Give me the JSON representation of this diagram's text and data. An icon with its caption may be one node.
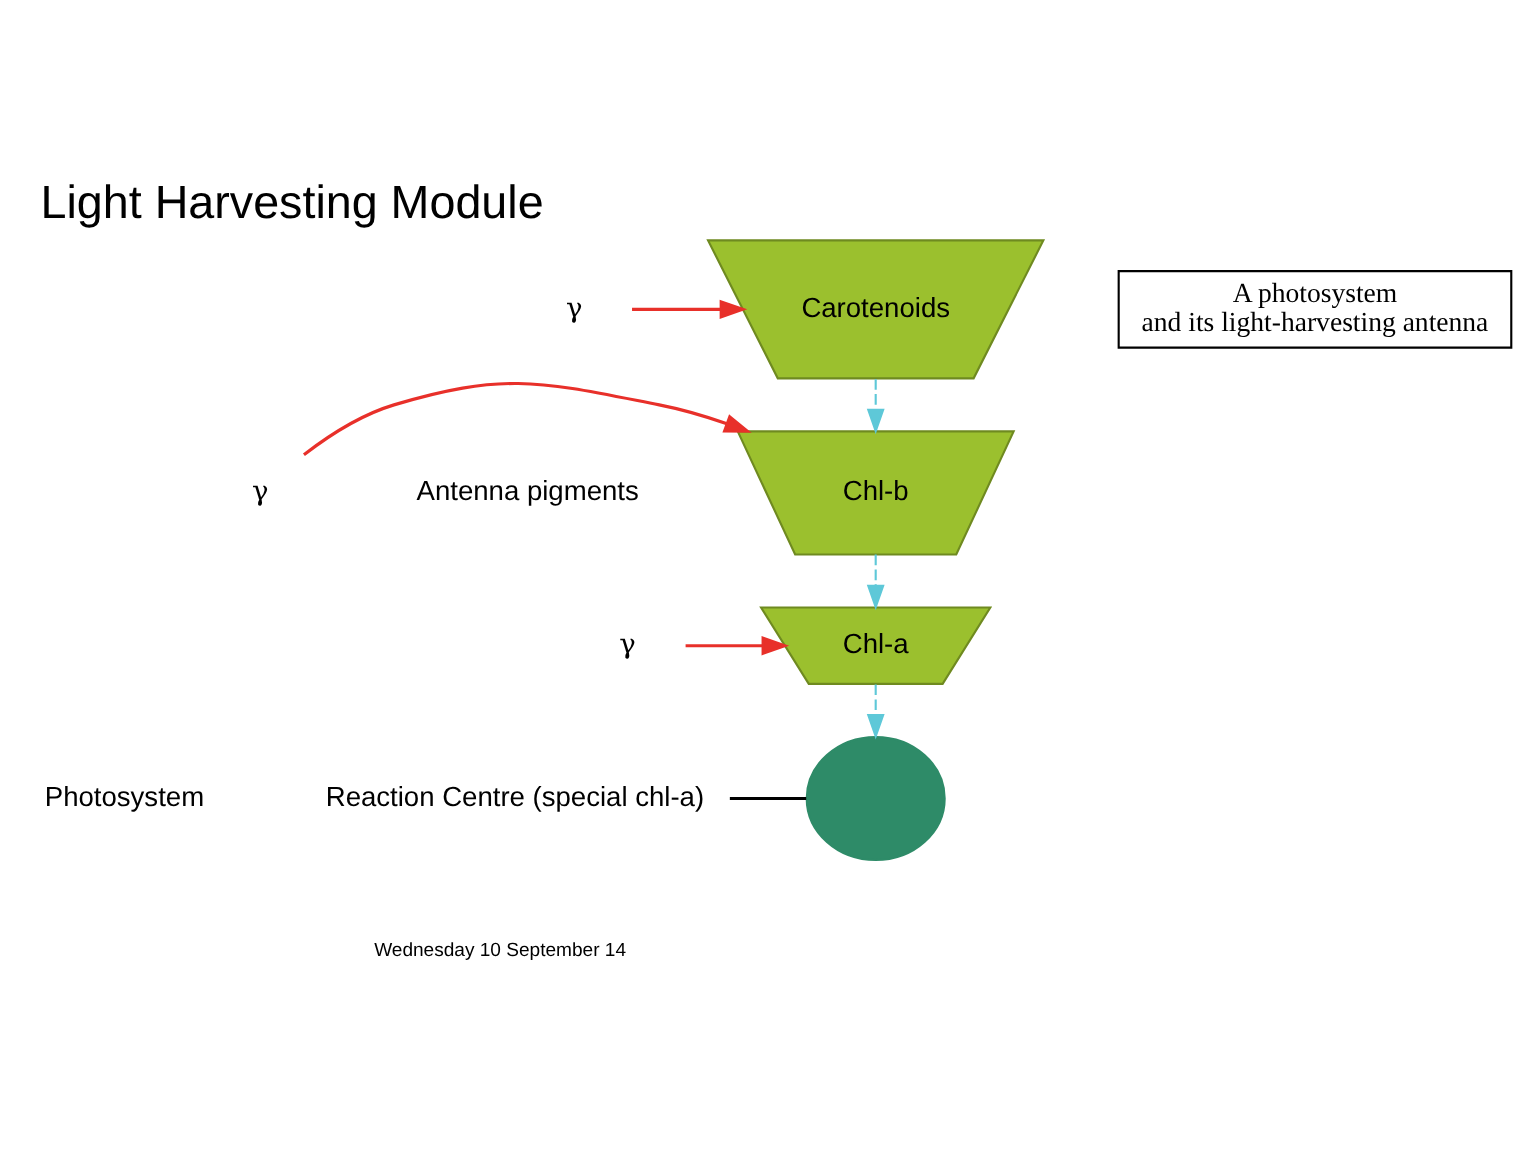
{
  "diagram": {
    "title": "Light Harvesting Module",
    "nodes": [
      {
        "text": [
          "Carotenoids"
        ]
      },
      {
        "text": [
          "Chl-b"
        ]
      },
      {
        "text": [
          "Chl-a"
        ]
      },
      {
        "text": [],
        "shape": "circle"
      },
      {
        "text": [
          "Reaction Centre (special chl-a)"
        ]
      },
      {
        "text": [
          "γ"
        ]
      },
      {
        "text": [
          "γ"
        ]
      },
      {
        "text": [
          "γ"
        ]
      },
      {
        "text": [
          "A photosystem and its light-harvesting antenna"
        ]
      }
    ],
    "edges": [
      {
        "from": 0,
        "to": 1,
        "arrow": "to",
        "style": "dashed",
        "color": "#5ec8d8"
      },
      {
        "from": 1,
        "to": 2,
        "arrow": "to",
        "style": "dashed",
        "color": "#5ec8d8"
      },
      {
        "from": 2,
        "to": 3,
        "arrow": "to",
        "style": "dashed",
        "color": "#5ec8d8"
      },
      {
        "from": 4,
        "to": 3,
        "arrow": "none",
        "color": "#000000"
      },
      {
        "from": 5,
        "to": 0,
        "arrow": "to",
        "color": "#e8302a"
      },
      {
        "from": 6,
        "to": 1,
        "arrow": "to",
        "color": "#e8302a"
      },
      {
        "from": 7,
        "to": 2,
        "arrow": "to",
        "color": "#e8302a"
      }
    ],
    "labels": [
      "Antenna pigments",
      "Photosystem",
      "Wednesday 10 September 14"
    ]
  }
}
